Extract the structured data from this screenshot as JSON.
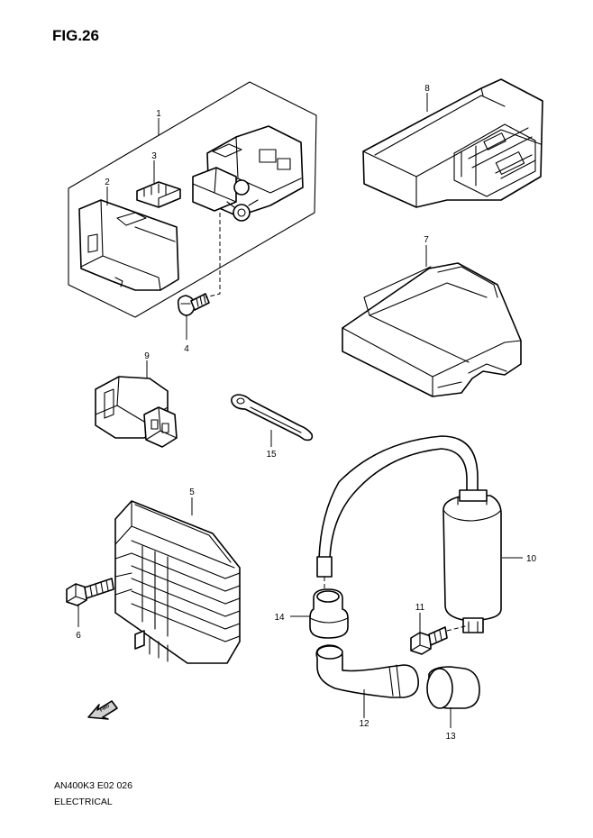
{
  "figure": {
    "title": "FIG.26",
    "code": "AN400K3 E02  026",
    "section": "ELECTRICAL",
    "fwd_label": "FWD"
  },
  "callouts": [
    {
      "number": "1",
      "part": "relay-box-assembly"
    },
    {
      "number": "2",
      "part": "relay-cover"
    },
    {
      "number": "3",
      "part": "fuse"
    },
    {
      "number": "4",
      "part": "screw"
    },
    {
      "number": "5",
      "part": "regulator-rectifier"
    },
    {
      "number": "6",
      "part": "bolt"
    },
    {
      "number": "7",
      "part": "ecm-cover"
    },
    {
      "number": "8",
      "part": "ecm-unit"
    },
    {
      "number": "9",
      "part": "connector"
    },
    {
      "number": "10",
      "part": "ignition-coil"
    },
    {
      "number": "11",
      "part": "coil-bolt"
    },
    {
      "number": "12",
      "part": "plug-cap"
    },
    {
      "number": "13",
      "part": "cap-cover"
    },
    {
      "number": "14",
      "part": "grommet"
    },
    {
      "number": "15",
      "part": "bracket-clamp"
    }
  ],
  "icons": {
    "fwd_arrow": "fwd-arrow-icon"
  }
}
